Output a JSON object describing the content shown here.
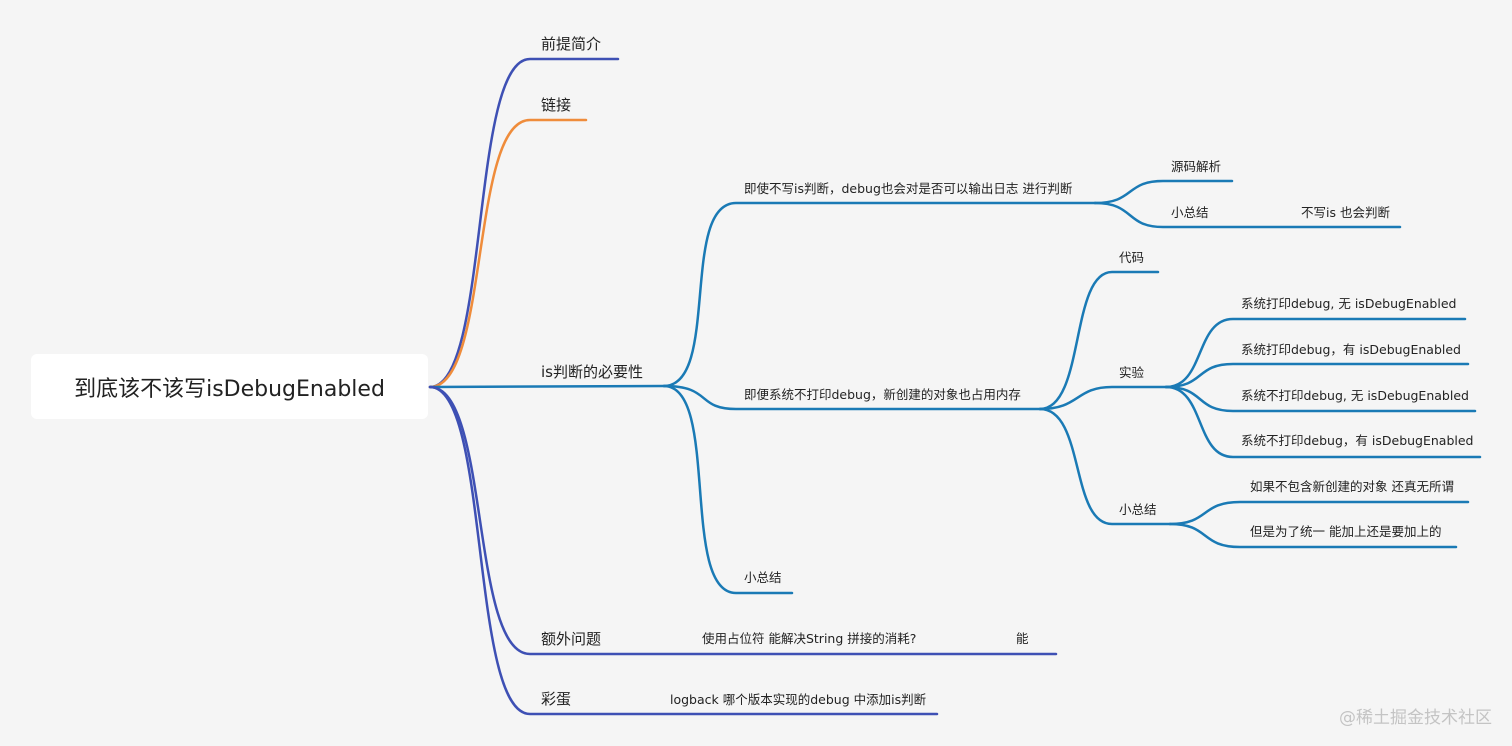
{
  "mindmap": {
    "root": "到底该不该写isDebugEnabled",
    "branches": {
      "intro": "前提简介",
      "link": "链接",
      "necessity": "is判断的必要性",
      "extra": "额外问题",
      "easter_egg": "彩蛋"
    },
    "necessity": {
      "no_is_check": "即使不写is判断，debug也会对是否可以输出日志 进行判断",
      "source_analysis": "源码解析",
      "summary_1": "小总结",
      "summary_1_value": "不写is 也会判断",
      "memory": "即便系统不打印debug，新创建的对象也占用内存",
      "code": "代码",
      "experiment": "实验",
      "exp_1": "系统打印debug, 无 isDebugEnabled",
      "exp_2": "系统打印debug，有 isDebugEnabled",
      "exp_3": "系统不打印debug, 无 isDebugEnabled",
      "exp_4": "系统不打印debug，有 isDebugEnabled",
      "summary_2": "小总结",
      "summary_2_a": "如果不包含新创建的对象 还真无所谓",
      "summary_2_b": "但是为了统一 能加上还是要加上的",
      "summary_3": "小总结"
    },
    "extra": {
      "question": "使用占位符 能解决String 拼接的消耗?",
      "answer": "能"
    },
    "easter_egg": {
      "item": "logback 哪个版本实现的debug 中添加is判断"
    }
  },
  "watermark": "@稀土掘金技术社区",
  "colors": {
    "navy": "#3e50b4",
    "orange": "#ef8c3b",
    "blue": "#1a7ab5"
  }
}
